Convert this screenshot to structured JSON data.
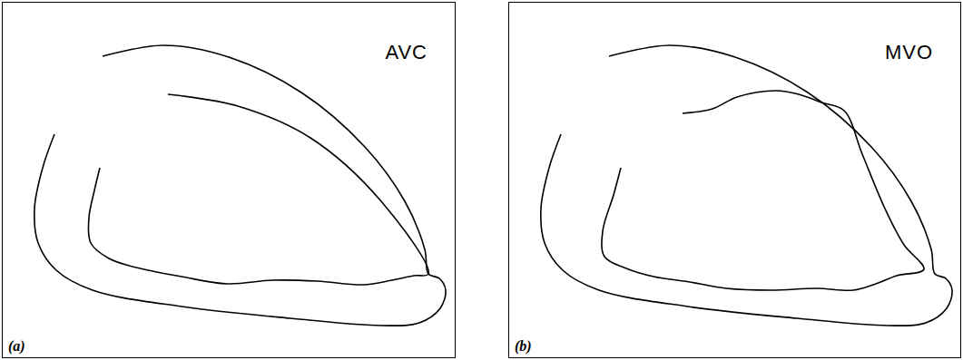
{
  "diagram": {
    "nodes": [
      {
        "text": [
          "AVC",
          "(a)"
        ]
      },
      {
        "text": [
          "MVO",
          "(b)"
        ]
      }
    ]
  }
}
